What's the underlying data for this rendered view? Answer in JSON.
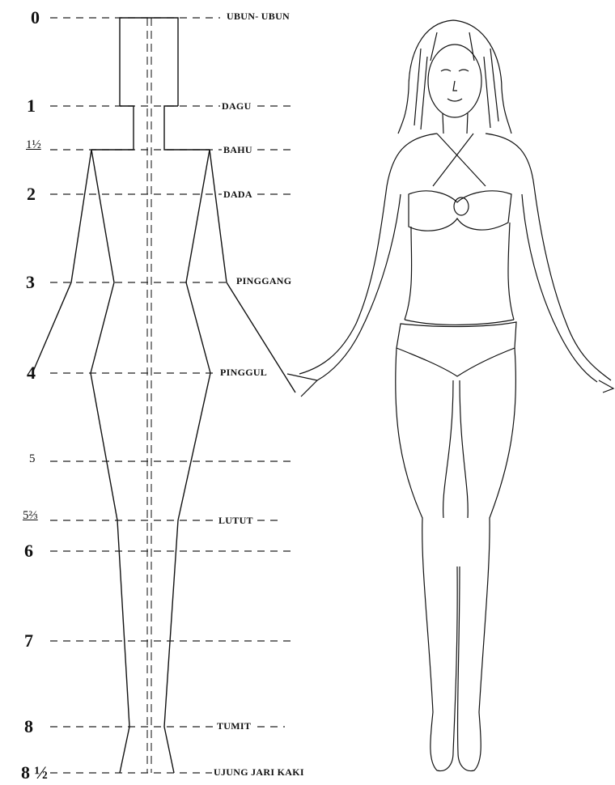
{
  "diagram": {
    "levels": [
      {
        "num": "0",
        "label": "UBUN- UBUN"
      },
      {
        "num": "1",
        "label": "DAGU"
      },
      {
        "num": "1½",
        "label": "BAHU"
      },
      {
        "num": "2",
        "label": "DADA"
      },
      {
        "num": "3",
        "label": "PINGGANG"
      },
      {
        "num": "4",
        "label": "PINGGUL"
      },
      {
        "num": "5",
        "label": ""
      },
      {
        "num": "5⅔",
        "label": "LUTUT"
      },
      {
        "num": "6",
        "label": ""
      },
      {
        "num": "7",
        "label": ""
      },
      {
        "num": "8",
        "label": "TUMIT"
      },
      {
        "num": "8 ½",
        "label": "UJUNG  JARI KAKI"
      }
    ]
  }
}
